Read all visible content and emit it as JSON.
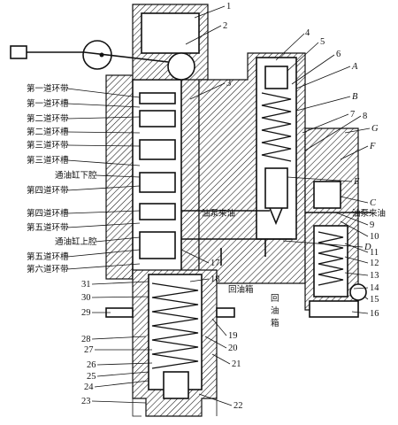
{
  "figure": {
    "left_labels": [
      "第一道环带",
      "第一道环槽",
      "第二道环带",
      "第二道环槽",
      "第三道环带",
      "第三道环槽",
      "通油缸下腔",
      "第四道环带",
      "第四道环槽",
      "第五道环带",
      "通油缸上腔",
      "第五道环槽",
      "第六道环带"
    ],
    "flow_labels": {
      "pump_oil_center": "油泵来油",
      "pump_oil_right": "油泵来油",
      "return_left": "回油箱",
      "return_right": "回油箱"
    },
    "numbers": [
      "1",
      "2",
      "3",
      "4",
      "5",
      "6",
      "7",
      "8",
      "9",
      "10",
      "11",
      "12",
      "13",
      "14",
      "15",
      "16",
      "17",
      "18",
      "19",
      "20",
      "21",
      "22",
      "23",
      "24",
      "25",
      "26",
      "27",
      "28",
      "29",
      "30",
      "31"
    ],
    "letters": [
      "A",
      "B",
      "C",
      "D",
      "E",
      "F",
      "G"
    ]
  },
  "colors": {
    "ink": "#111111",
    "paper": "#ffffff"
  }
}
